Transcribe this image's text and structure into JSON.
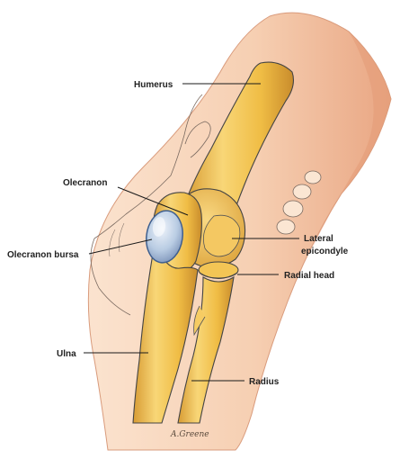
{
  "figure": {
    "labels": {
      "humerus": "Humerus",
      "olecranon": "Olecranon",
      "olecranon_bursa": "Olecranon bursa",
      "lateral_epicondyle_line1": "Lateral",
      "lateral_epicondyle_line2": "epicondyle",
      "radial_head": "Radial head",
      "ulna": "Ulna",
      "radius": "Radius"
    },
    "signature": "A.Greene"
  },
  "colors": {
    "skin": "#f6cfb2",
    "skin_shadow": "#e9a683",
    "bone": "#f0bd45",
    "bone_light": "#f8d677",
    "bone_shadow": "#cf9330",
    "bursa": "#b9cce3",
    "bursa_rim": "#6d86ad",
    "outline": "#444444",
    "label_text": "#222222"
  }
}
